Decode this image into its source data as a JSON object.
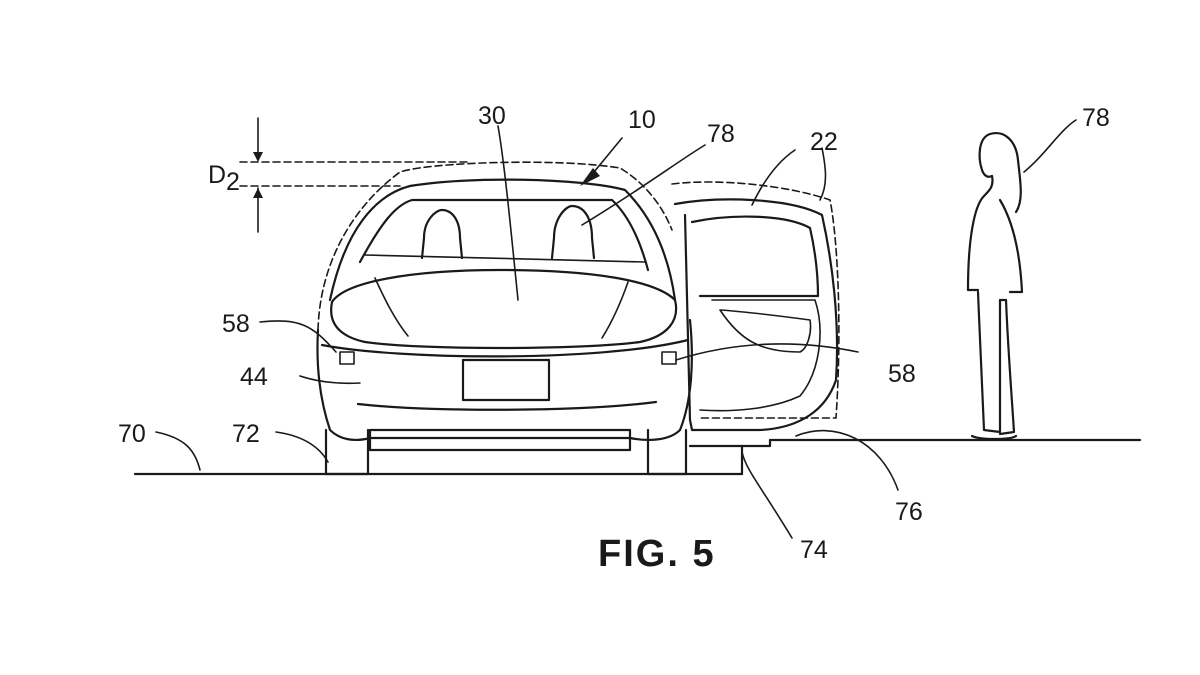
{
  "figure": {
    "caption": "FIG. 5",
    "dimension": {
      "letter": "D",
      "subscript": "2"
    },
    "reference_numerals": {
      "vehicle": "10",
      "door": "22",
      "trunk": "30",
      "rear_bumper": "44",
      "sensor_left": "58",
      "sensor_right": "58",
      "ground": "70",
      "wheel": "72",
      "curb_base": "74",
      "curb_top": "76",
      "occupant": "78",
      "pedestrian": "78"
    }
  }
}
